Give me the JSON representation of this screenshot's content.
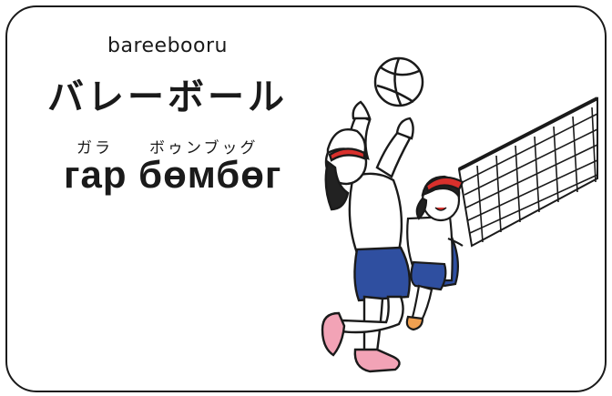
{
  "card": {
    "romaji": "bareebooru",
    "japanese_title": "バレーボール",
    "ruby_words": [
      "ガラ",
      "ボゥンブッグ"
    ],
    "mongolian_title": "гар бөмбөг"
  },
  "colors": {
    "outline": "#1a1a1a",
    "shorts": "#2f4fa0",
    "shoes": "#f2a3b6",
    "headband": "#d9302c",
    "hair": "#222222"
  },
  "icons": {
    "volleyball": "volleyball-icon",
    "net": "volleyball-net",
    "players": "two-girls-playing-volleyball"
  }
}
